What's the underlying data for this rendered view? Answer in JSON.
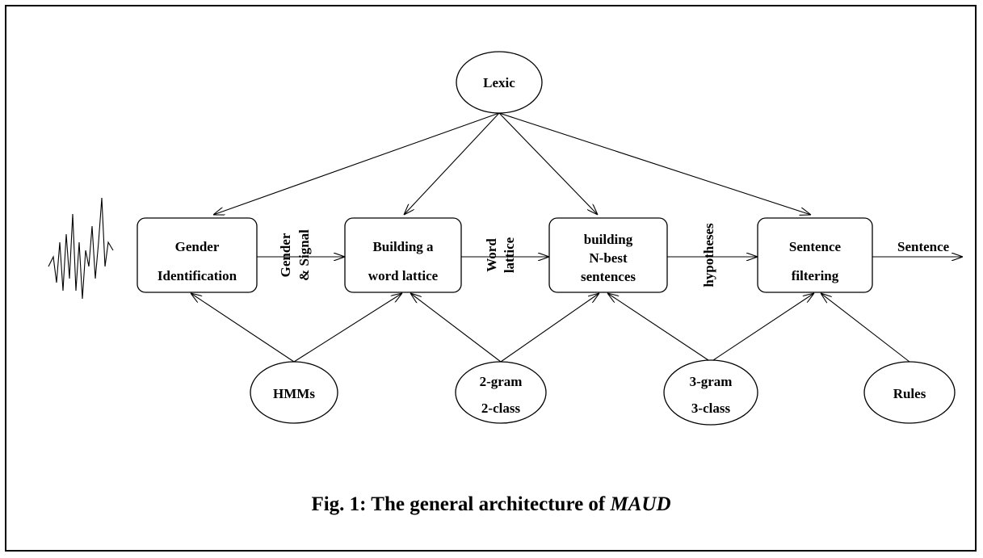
{
  "nodes": {
    "lexic": "Lexic",
    "gender": [
      "Gender",
      "Identification"
    ],
    "lattice": [
      "Building a",
      "word lattice"
    ],
    "nbest": [
      "building",
      "N-best",
      "sentences"
    ],
    "filtering": [
      "Sentence",
      "filtering"
    ],
    "hmms": "HMMs",
    "bigram": [
      "2-gram",
      "2-class"
    ],
    "trigram": [
      "3-gram",
      "3-class"
    ],
    "rules": "Rules"
  },
  "edges": {
    "gender_signal": [
      "Gender",
      "& Signal"
    ],
    "word_lattice": [
      "Word",
      "lattice"
    ],
    "hypotheses": "hypotheses",
    "sentence": "Sentence"
  },
  "caption": {
    "prefix": "Fig. 1: The general architecture of ",
    "name": "MAUD"
  }
}
